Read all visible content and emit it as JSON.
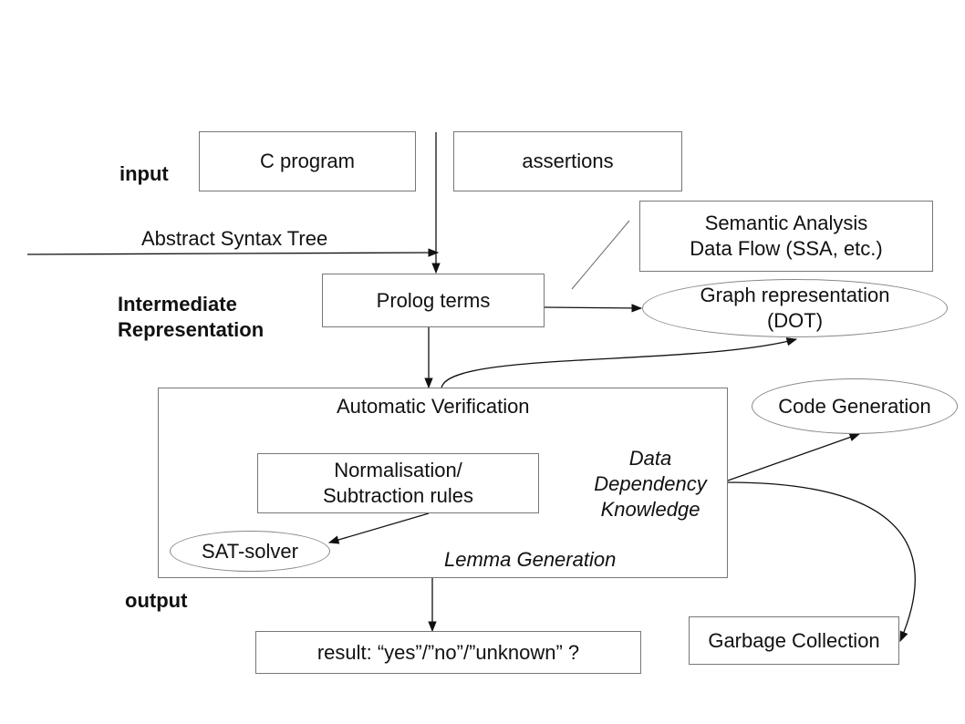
{
  "labels": {
    "input": "input",
    "intermediate": "Intermediate\nRepresentation",
    "output": "output",
    "ast": "Abstract Syntax Tree"
  },
  "nodes": {
    "c_program": "C program",
    "assertions": "assertions",
    "semantic": "Semantic Analysis\nData Flow (SSA, etc.)",
    "prolog": "Prolog terms",
    "graph": "Graph representation\n(DOT)",
    "automatic_verification": "Automatic Verification",
    "normalisation": "Normalisation/\nSubtraction rules",
    "sat": "SAT-solver",
    "lemma": "Lemma Generation",
    "data_dependency": "Data\nDependency\nKnowledge",
    "code_gen": "Code Generation",
    "garbage": "Garbage Collection",
    "result": "result: “yes”/”no”/”unknown” ?"
  }
}
